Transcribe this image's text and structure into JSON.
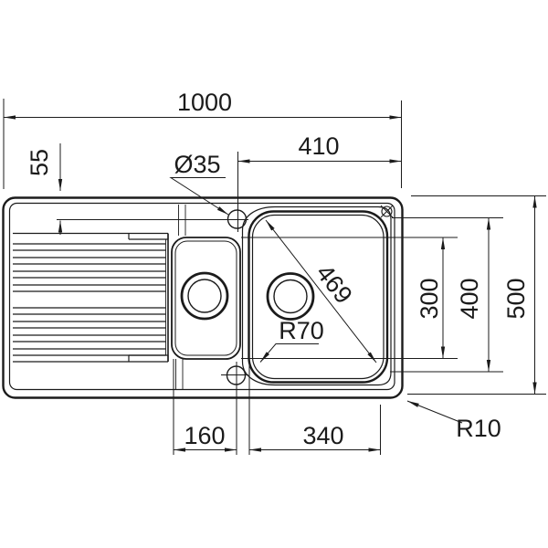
{
  "drawing": {
    "title": "sink-top-view-dimension-drawing",
    "colors": {
      "ink": "#1b1b1b",
      "background": "#ffffff"
    }
  },
  "dimensions": {
    "overall_width": "1000",
    "tap_hole_to_right_edge": "410",
    "tap_hole_offset_from_top": "55",
    "tap_hole_diameter": "Ø35",
    "main_bowl_diagonal": "469",
    "main_bowl_corner_radius": "R70",
    "small_bowl_front_to_back": "300",
    "main_bowl_front_to_back": "400",
    "overall_depth": "500",
    "small_bowl_width": "160",
    "main_bowl_width": "340",
    "outer_corner_radius": "R10"
  }
}
